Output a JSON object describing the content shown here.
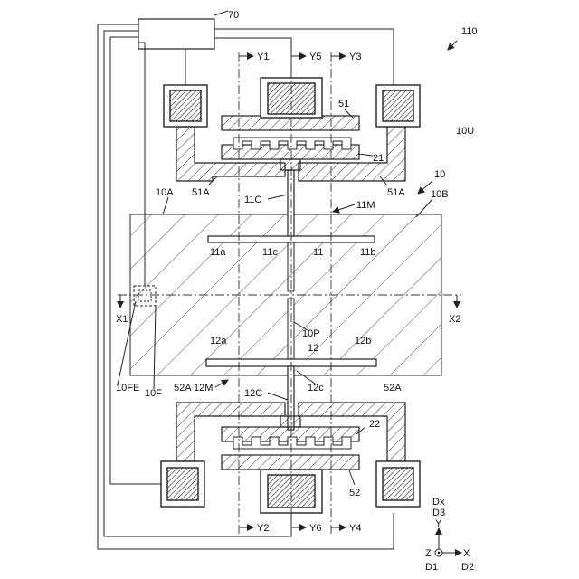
{
  "labels": {
    "l70": "70",
    "l110": "110",
    "l10U": "10U",
    "l10": "10",
    "lY1": "Y1",
    "lY5": "Y5",
    "lY3": "Y3",
    "l51": "51",
    "l21": "21",
    "l51A_left": "51A",
    "l51A_right": "51A",
    "l11C": "11C",
    "l11M": "11M",
    "l10A": "10A",
    "l10B": "10B",
    "l11a": "11a",
    "l11c": "11c",
    "l11": "11",
    "l11b": "11b",
    "lX1": "X1",
    "lX2": "X2",
    "l10P": "10P",
    "l12a": "12a",
    "l12": "12",
    "l12b": "12b",
    "l10FE": "10FE",
    "l10F": "10F",
    "l52A_left": "52A",
    "l12M": "12M",
    "l12C": "12C",
    "l12c": "12c",
    "l52A_right": "52A",
    "l22": "22",
    "l52": "52",
    "lY2": "Y2",
    "lY6": "Y6",
    "lY4": "Y4",
    "lDx": "Dx",
    "lD3": "D3",
    "lYaxis": "Y",
    "lZ": "Z",
    "lX": "X",
    "lD1": "D1",
    "lD2": "D2"
  }
}
